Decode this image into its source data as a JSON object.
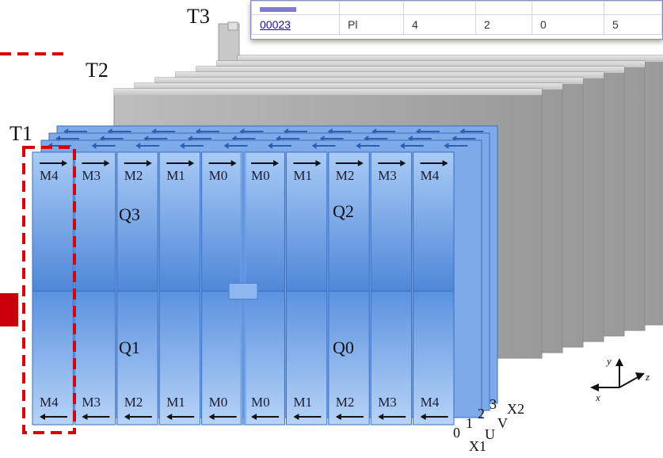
{
  "diagram": {
    "stations": [
      "T1",
      "T2",
      "T3"
    ],
    "top_modules": [
      "M4",
      "M3",
      "M2",
      "M1",
      "M0",
      "M0",
      "M1",
      "M2",
      "M3",
      "M4"
    ],
    "bottom_modules": [
      "M4",
      "M3",
      "M2",
      "M1",
      "M0",
      "M0",
      "M1",
      "M2",
      "M3",
      "M4"
    ],
    "quadrants": {
      "top_left": "Q3",
      "top_right": "Q2",
      "bottom_left": "Q1",
      "bottom_right": "Q0"
    },
    "layer_numbers": [
      "0",
      "1",
      "2",
      "3"
    ],
    "layer_names": [
      "X1",
      "U",
      "V",
      "X2"
    ],
    "axes": {
      "y": "y",
      "z": "z",
      "x": "x"
    },
    "colors": {
      "module_blue": "#5d97e6",
      "gray_station": "#b9b9b9",
      "highlight_red": "#d8000c"
    }
  },
  "table": {
    "row": {
      "id": "00023",
      "type": "Pl",
      "c1": "4",
      "c2": "2",
      "c3": "0",
      "c4": "5"
    }
  }
}
